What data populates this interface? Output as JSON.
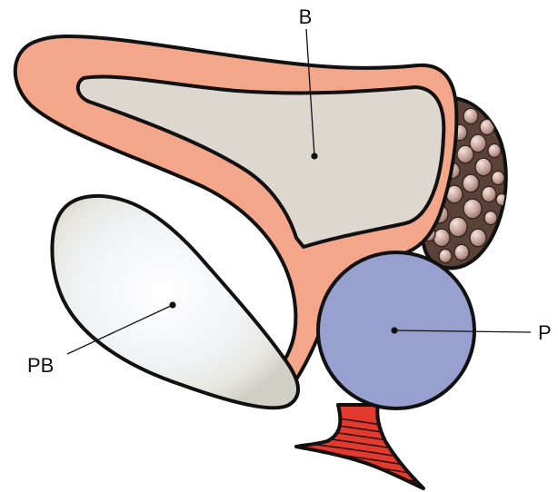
{
  "labels": {
    "bladder": "B",
    "pubic_bone": "PB",
    "prostate": "P"
  },
  "colors": {
    "bladder_wall": "#f3a689",
    "bladder_lumen": "#ddd8cf",
    "pubic_bone": "#f1f0ea",
    "prostate": "#97a0cf",
    "seminal_vesicle": "#5a4238",
    "sphincter": "#e23a2f",
    "outline": "#111111"
  }
}
